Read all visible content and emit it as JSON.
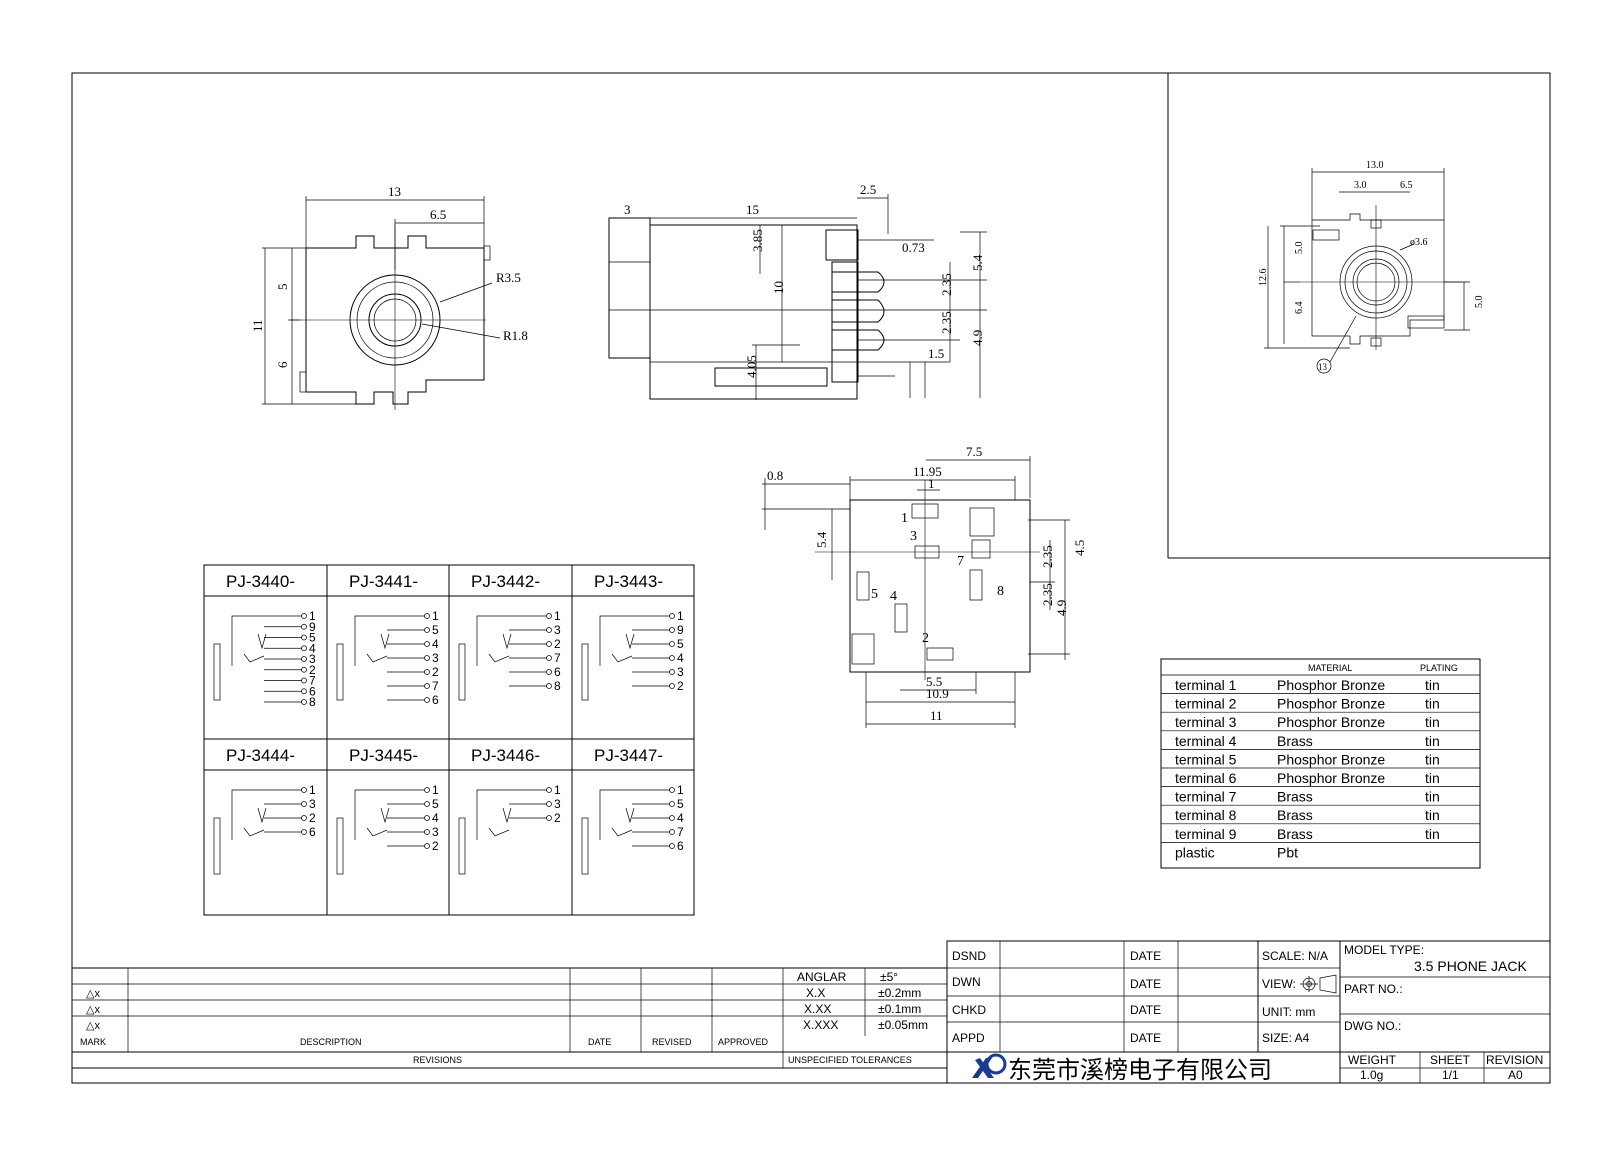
{
  "front_view": {
    "dims": [
      "13",
      "6.5",
      "5",
      "11",
      "6",
      "R3.5",
      "R1.8"
    ]
  },
  "side_view": {
    "dims": [
      "3",
      "15",
      "2.5",
      "0.73",
      "3.85",
      "10",
      "5.4",
      "2.35",
      "2.35",
      "4.9",
      "1.5",
      "4.05"
    ]
  },
  "bottom_view": {
    "dims": [
      "7.5",
      "0.8",
      "11.95",
      "1",
      "5.4",
      "4.5",
      "2.35",
      "2.35",
      "4.9",
      "5.5",
      "10.9",
      "11"
    ],
    "pins": [
      "1",
      "3",
      "7",
      "5",
      "8",
      "4",
      "2"
    ]
  },
  "inset_view": {
    "dims": [
      "13.0",
      "3.0",
      "6.5",
      "ø3.6",
      "5.0",
      "12.6",
      "6.4",
      "5.0",
      "13"
    ]
  },
  "variants": [
    {
      "name": "PJ-3440-",
      "pins": [
        "1",
        "9",
        "5",
        "4",
        "3",
        "2",
        "7",
        "6",
        "8"
      ]
    },
    {
      "name": "PJ-3441-",
      "pins": [
        "1",
        "5",
        "4",
        "3",
        "2",
        "7",
        "6"
      ]
    },
    {
      "name": "PJ-3442-",
      "pins": [
        "1",
        "3",
        "2",
        "7",
        "6",
        "8"
      ]
    },
    {
      "name": "PJ-3443-",
      "pins": [
        "1",
        "9",
        "5",
        "4",
        "3",
        "2"
      ]
    },
    {
      "name": "PJ-3444-",
      "pins": [
        "1",
        "3",
        "2",
        "6"
      ]
    },
    {
      "name": "PJ-3445-",
      "pins": [
        "1",
        "5",
        "4",
        "3",
        "2"
      ]
    },
    {
      "name": "PJ-3446-",
      "pins": [
        "1",
        "3",
        "2"
      ]
    },
    {
      "name": "PJ-3447-",
      "pins": [
        "1",
        "5",
        "4",
        "7",
        "6"
      ]
    }
  ],
  "materials": {
    "header_material": "MATERIAL",
    "header_plating": "PLATING",
    "rows": [
      {
        "part": "terminal 1",
        "material": "Phosphor Bronze",
        "plating": "tin"
      },
      {
        "part": "terminal 2",
        "material": "Phosphor Bronze",
        "plating": "tin"
      },
      {
        "part": "terminal 3",
        "material": "Phosphor Bronze",
        "plating": "tin"
      },
      {
        "part": "terminal 4",
        "material": "Brass",
        "plating": "tin"
      },
      {
        "part": "terminal 5",
        "material": "Phosphor Bronze",
        "plating": "tin"
      },
      {
        "part": "terminal 6",
        "material": "Phosphor Bronze",
        "plating": "tin"
      },
      {
        "part": "terminal 7",
        "material": "Brass",
        "plating": "tin"
      },
      {
        "part": "terminal 8",
        "material": "Brass",
        "plating": "tin"
      },
      {
        "part": "terminal 9",
        "material": "Brass",
        "plating": "tin"
      },
      {
        "part": "plastic",
        "material": "Pbt",
        "plating": ""
      }
    ]
  },
  "revisions": {
    "marks": [
      "△x",
      "△x",
      "△x"
    ],
    "mark": "MARK",
    "description": "DESCRIPTION",
    "date": "DATE",
    "revised": "REVISED",
    "approved": "APPROVED",
    "footer": "REVISIONS"
  },
  "tolerances": {
    "rows": [
      {
        "label": "ANGLAR",
        "value": "±5°"
      },
      {
        "label": "X.X",
        "value": "±0.2mm"
      },
      {
        "label": "X.XX",
        "value": "±0.1mm"
      },
      {
        "label": "X.XXX",
        "value": "±0.05mm"
      }
    ],
    "footer": "UNSPECIFIED TOLERANCES"
  },
  "signoff": {
    "roles": [
      "DSND",
      "DWN",
      "CHKD",
      "APPD"
    ],
    "date": "DATE",
    "scale": "SCALE: N/A",
    "view": "VIEW:",
    "unit": "UNIT: mm",
    "size": "SIZE: A4"
  },
  "titleblock": {
    "model_type_label": "MODEL TYPE:",
    "model_type": "3.5 PHONE JACK",
    "part_no_label": "PART NO.:",
    "dwg_no_label": "DWG NO.:",
    "company": "东莞市溪榜电子有限公司",
    "weight_label": "WEIGHT",
    "weight": "1.0g",
    "sheet_label": "SHEET",
    "sheet": "1/1",
    "revision_label": "REVISION",
    "revision": "A0"
  }
}
